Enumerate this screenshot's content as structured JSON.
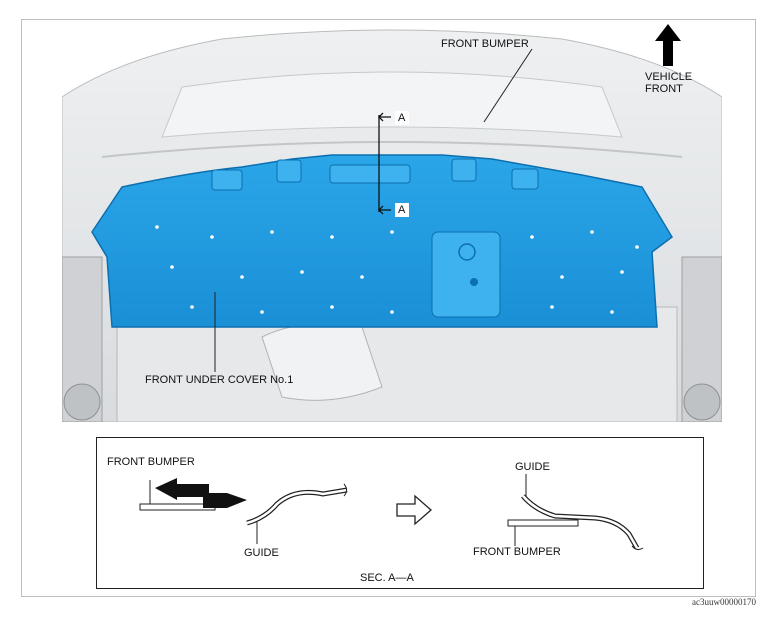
{
  "labels": {
    "front_bumper_top": "FRONT BUMPER",
    "vehicle_front_line1": "VEHICLE",
    "vehicle_front_line2": "FRONT",
    "section_mark_a": "A",
    "front_under_cover": "FRONT UNDER COVER No.1",
    "section_front_bumper_left": "FRONT BUMPER",
    "section_guide_bottom": "GUIDE",
    "section_guide_right": "GUIDE",
    "section_front_bumper_right": "FRONT BUMPER",
    "section_title": "SEC. A—A"
  },
  "drawing_code": "ac3uuw00000170",
  "colors": {
    "cover_blue": "#1e9be0",
    "cover_blue_dark": "#0c6fb0",
    "bumper_gray": "#e4e6e8",
    "frame_gray": "#bdbdbd"
  },
  "icons": {
    "vehicle_front": "arrow-up-icon",
    "insert_direction": "push-arrow-icon",
    "result": "hollow-right-arrow-icon"
  }
}
